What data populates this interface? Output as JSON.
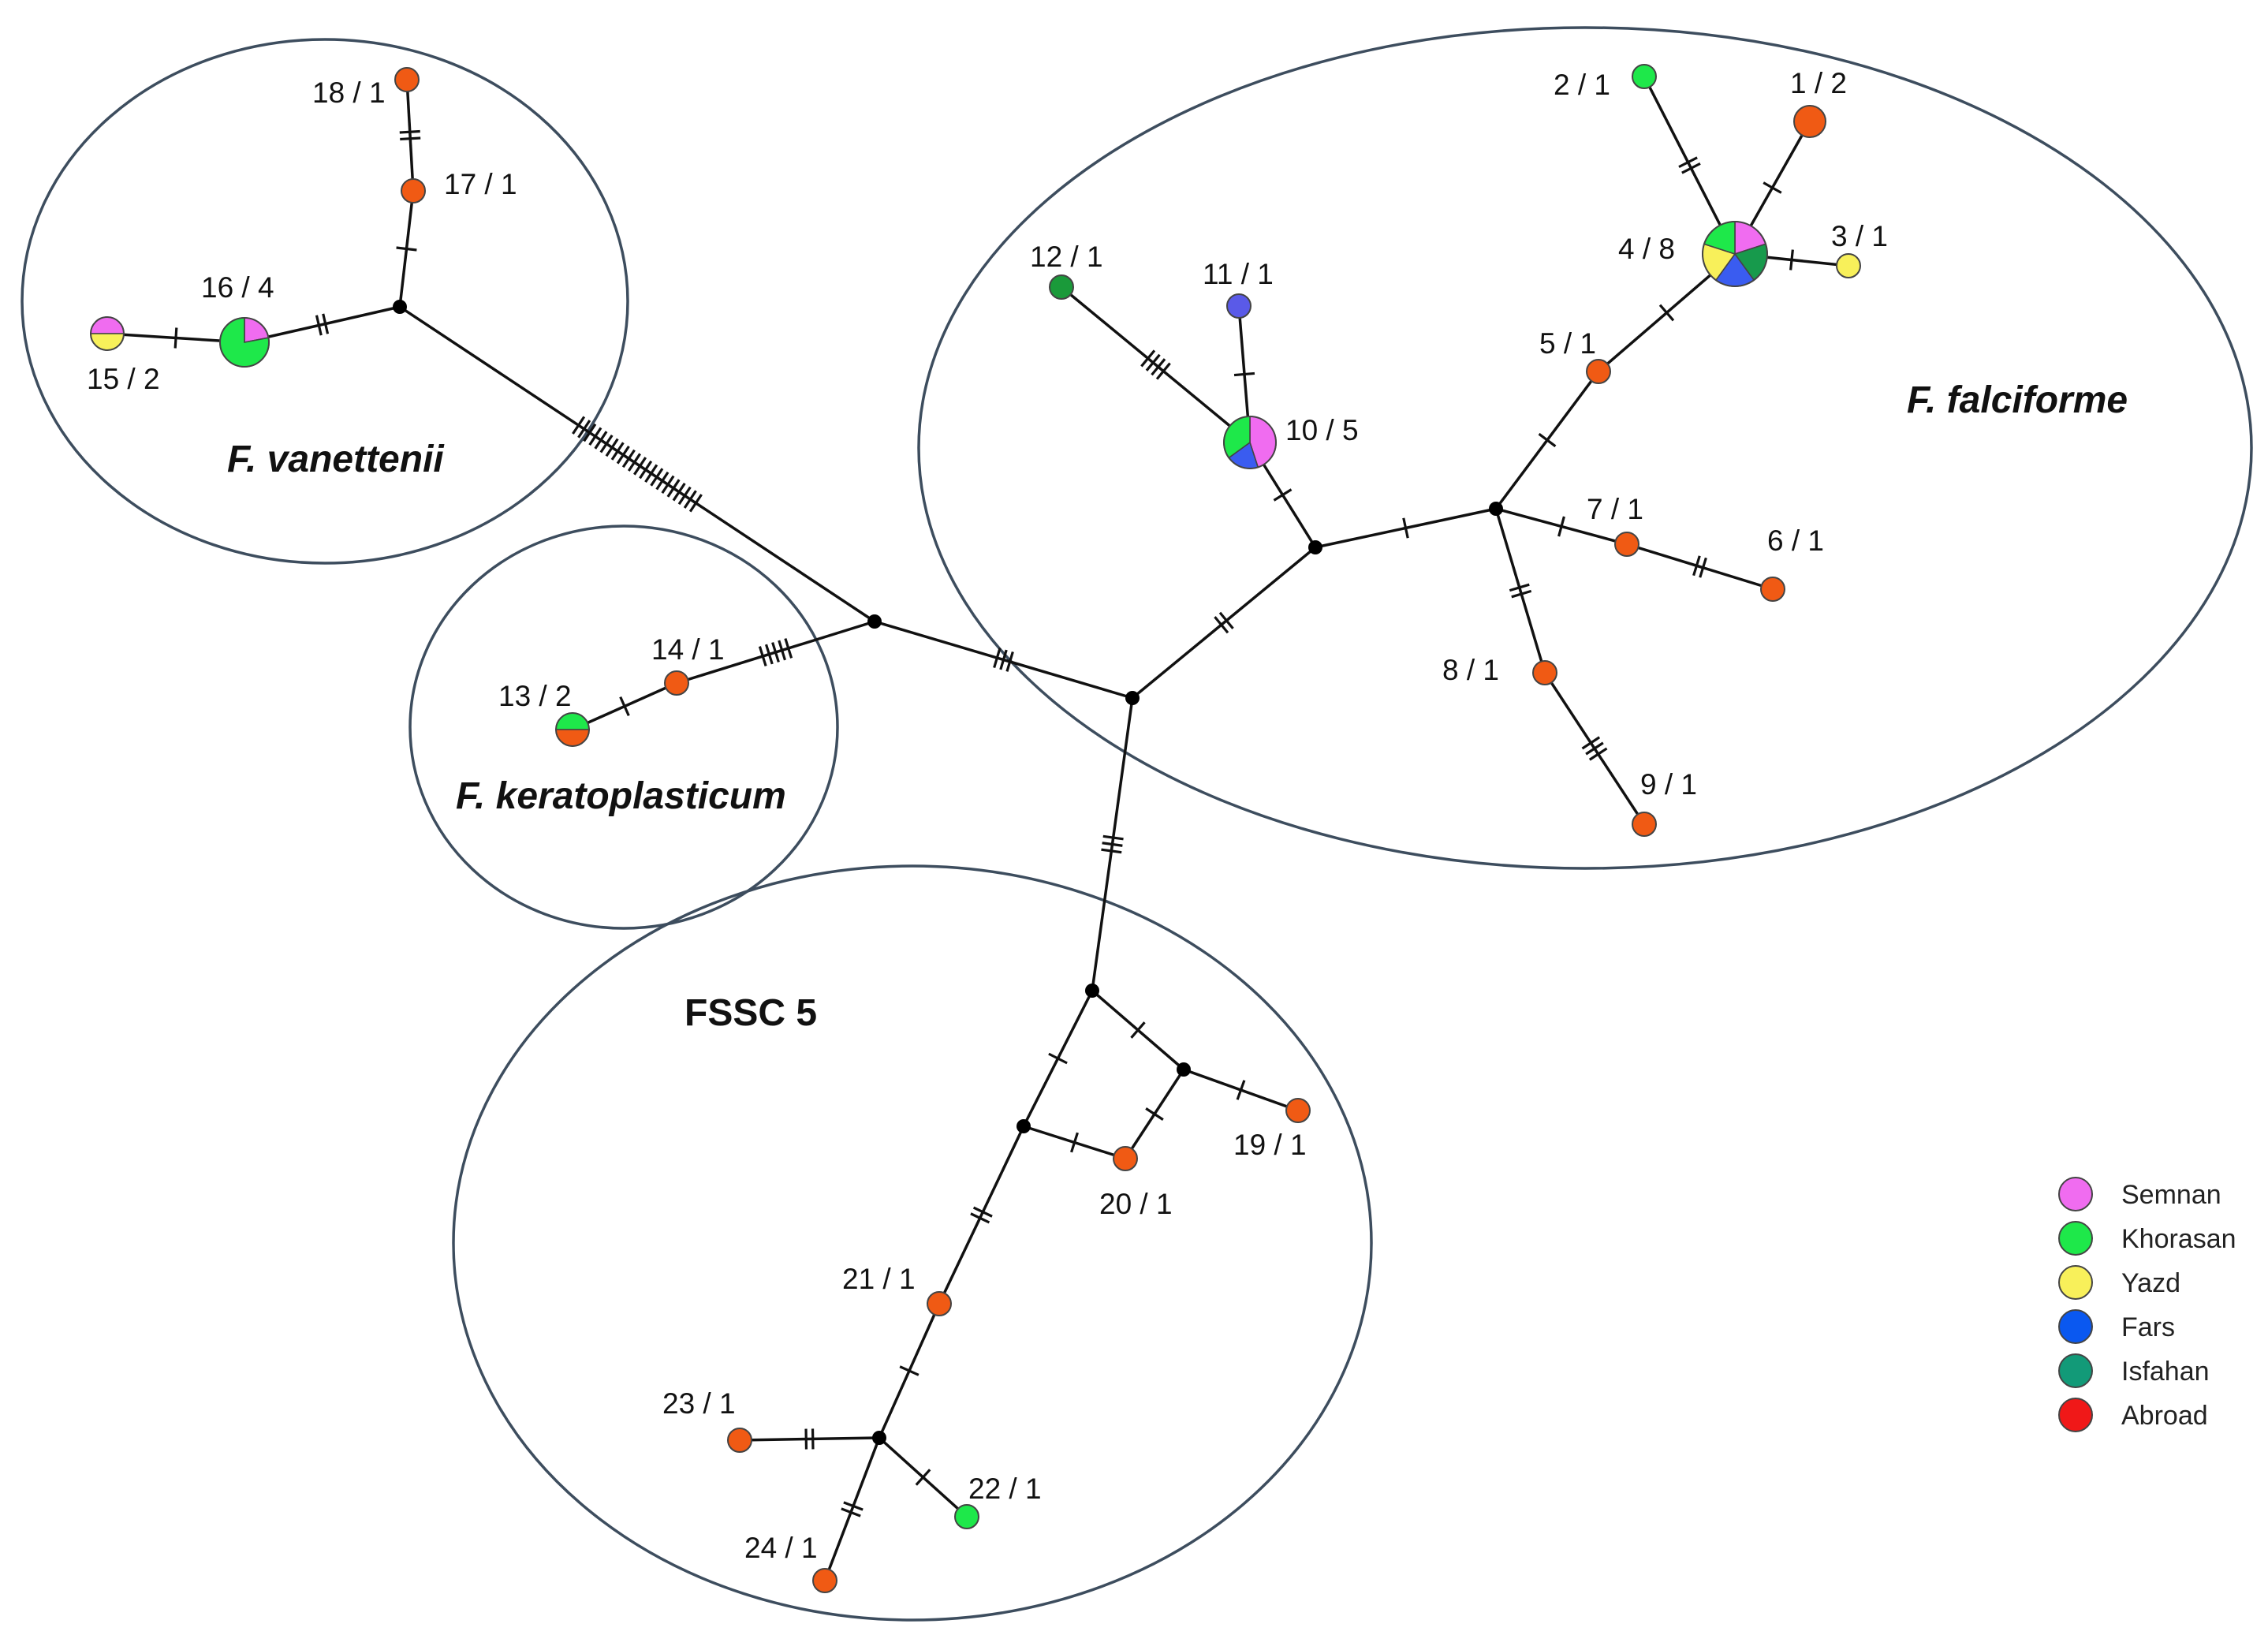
{
  "colors": {
    "Semnan": "#f06cf0",
    "Khorasan": "#1ee84a",
    "Yazd": "#f8f05a",
    "Fars": "#3a5cf0",
    "Isfahan": "#179a4c",
    "Abroad": "#f05a14",
    "purple_node": "#5a5ae8",
    "dark_green_node": "#1a9a3a"
  },
  "clusters": [
    {
      "id": "vanettenii",
      "label": "F. vanettenii",
      "italic": true
    },
    {
      "id": "keratoplasticum",
      "label": "F. keratoplasticum",
      "italic": true
    },
    {
      "id": "falciforme",
      "label": "F. falciforme",
      "italic": true
    },
    {
      "id": "fssc5",
      "label": "FSSC 5",
      "italic": false
    }
  ],
  "haplotypes": [
    {
      "id": "1",
      "label": "1 / 2",
      "regions": [
        "Abroad"
      ]
    },
    {
      "id": "2",
      "label": "2 / 1",
      "regions": [
        "Khorasan"
      ]
    },
    {
      "id": "3",
      "label": "3 / 1",
      "regions": [
        "Yazd"
      ]
    },
    {
      "id": "4",
      "label": "4 / 8",
      "regions": [
        "Semnan",
        "Isfahan",
        "Fars",
        "Yazd",
        "Khorasan"
      ]
    },
    {
      "id": "5",
      "label": "5 / 1",
      "regions": [
        "Abroad"
      ]
    },
    {
      "id": "6",
      "label": "6 / 1",
      "regions": [
        "Abroad"
      ]
    },
    {
      "id": "7",
      "label": "7 / 1",
      "regions": [
        "Abroad"
      ]
    },
    {
      "id": "8",
      "label": "8 / 1",
      "regions": [
        "Abroad"
      ]
    },
    {
      "id": "9",
      "label": "9 / 1",
      "regions": [
        "Abroad"
      ]
    },
    {
      "id": "10",
      "label": "10 / 5",
      "regions": [
        "Semnan",
        "Fars",
        "Khorasan"
      ]
    },
    {
      "id": "11",
      "label": "11 / 1",
      "regions": [
        "Fars"
      ]
    },
    {
      "id": "12",
      "label": "12 / 1",
      "regions": [
        "Isfahan"
      ]
    },
    {
      "id": "13",
      "label": "13 / 2",
      "regions": [
        "Khorasan",
        "Abroad"
      ]
    },
    {
      "id": "14",
      "label": "14 / 1",
      "regions": [
        "Abroad"
      ]
    },
    {
      "id": "15",
      "label": "15 / 2",
      "regions": [
        "Semnan",
        "Yazd"
      ]
    },
    {
      "id": "16",
      "label": "16 / 4",
      "regions": [
        "Semnan",
        "Khorasan"
      ]
    },
    {
      "id": "17",
      "label": "17 / 1",
      "regions": [
        "Abroad"
      ]
    },
    {
      "id": "18",
      "label": "18 / 1",
      "regions": [
        "Abroad"
      ]
    },
    {
      "id": "19",
      "label": "19 / 1",
      "regions": [
        "Abroad"
      ]
    },
    {
      "id": "20",
      "label": "20 / 1",
      "regions": [
        "Abroad"
      ]
    },
    {
      "id": "21",
      "label": "21 / 1",
      "regions": [
        "Abroad"
      ]
    },
    {
      "id": "22",
      "label": "22 / 1",
      "regions": [
        "Khorasan"
      ]
    },
    {
      "id": "23",
      "label": "23 / 1",
      "regions": [
        "Abroad"
      ]
    },
    {
      "id": "24",
      "label": "24 / 1",
      "regions": [
        "Abroad"
      ]
    }
  ],
  "edges": [
    {
      "from": "18",
      "to": "17",
      "mutations": 2
    },
    {
      "from": "17",
      "to": "mv_van",
      "mutations": 1
    },
    {
      "from": "16",
      "to": "mv_van",
      "mutations": 2
    },
    {
      "from": "15",
      "to": "16",
      "mutations": 1
    },
    {
      "from": "mv_van",
      "to": "mv_c1",
      "mutations": 22
    },
    {
      "from": "13",
      "to": "14",
      "mutations": 1
    },
    {
      "from": "14",
      "to": "mv_c1",
      "mutations": 5
    },
    {
      "from": "mv_c1",
      "to": "mv_c2",
      "mutations": 3
    },
    {
      "from": "mv_c2",
      "to": "mv_fal1",
      "mutations": 2
    },
    {
      "from": "mv_fal1",
      "to": "10",
      "mutations": 1
    },
    {
      "from": "10",
      "to": "11",
      "mutations": 1
    },
    {
      "from": "10",
      "to": "12",
      "mutations": 4
    },
    {
      "from": "mv_fal1",
      "to": "mv_fal2",
      "mutations": 1
    },
    {
      "from": "mv_fal2",
      "to": "5",
      "mutations": 1
    },
    {
      "from": "5",
      "to": "4",
      "mutations": 1
    },
    {
      "from": "4",
      "to": "2",
      "mutations": 2
    },
    {
      "from": "4",
      "to": "1",
      "mutations": 1
    },
    {
      "from": "4",
      "to": "3",
      "mutations": 1
    },
    {
      "from": "mv_fal2",
      "to": "7",
      "mutations": 1
    },
    {
      "from": "7",
      "to": "6",
      "mutations": 2
    },
    {
      "from": "mv_fal2",
      "to": "8",
      "mutations": 2
    },
    {
      "from": "8",
      "to": "9",
      "mutations": 3
    },
    {
      "from": "mv_c2",
      "to": "mv_f5a",
      "mutations": 3
    },
    {
      "from": "mv_f5a",
      "to": "mv_f5b",
      "mutations": 1
    },
    {
      "from": "mv_f5a",
      "to": "mv_f5c",
      "mutations": 1
    },
    {
      "from": "mv_f5b",
      "to": "19",
      "mutations": 1
    },
    {
      "from": "mv_f5b",
      "to": "20",
      "mutations": 1
    },
    {
      "from": "mv_f5c",
      "to": "20",
      "mutations": 1
    },
    {
      "from": "mv_f5c",
      "to": "21",
      "mutations": 2
    },
    {
      "from": "21",
      "to": "mv_f5d",
      "mutations": 1
    },
    {
      "from": "mv_f5d",
      "to": "23",
      "mutations": 2
    },
    {
      "from": "mv_f5d",
      "to": "22",
      "mutations": 1
    },
    {
      "from": "mv_f5d",
      "to": "24",
      "mutations": 2
    }
  ],
  "legend": [
    {
      "label": "Semnan",
      "color": "#f06cf0"
    },
    {
      "label": "Khorasan",
      "color": "#1ee84a"
    },
    {
      "label": "Yazd",
      "color": "#f8f05a"
    },
    {
      "label": "Fars",
      "color": "#0a58f0"
    },
    {
      "label": "Isfahan",
      "color": "#129a78"
    },
    {
      "label": "Abroad",
      "color": "#f01818"
    }
  ]
}
